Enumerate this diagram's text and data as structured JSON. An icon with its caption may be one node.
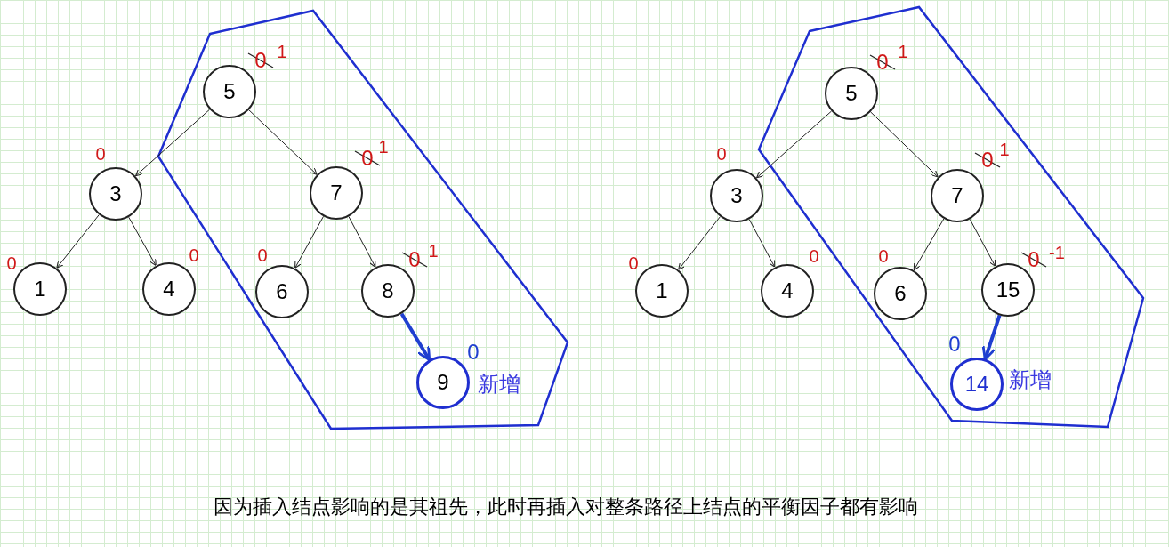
{
  "diagram": {
    "caption": "因为插入结点影响的是其祖先，此时再插入对整条路径上结点的平衡因子都有影响",
    "nodes": [
      {
        "text": [
          "5"
        ],
        "beside": [
          "0",
          "1"
        ]
      },
      {
        "text": [
          "3"
        ],
        "beside": [
          "0"
        ]
      },
      {
        "text": [
          "7"
        ],
        "beside": [
          "0",
          "1"
        ]
      },
      {
        "text": [
          "1"
        ],
        "beside": [
          "0"
        ]
      },
      {
        "text": [
          "4"
        ],
        "beside": [
          "0"
        ]
      },
      {
        "text": [
          "6"
        ],
        "beside": [
          "0"
        ]
      },
      {
        "text": [
          "8"
        ],
        "beside": [
          "0",
          "1"
        ]
      },
      {
        "text": [
          "9"
        ],
        "beside": [
          "0",
          "新增"
        ]
      },
      {
        "text": [
          "5"
        ],
        "beside": [
          "0",
          "1"
        ]
      },
      {
        "text": [
          "3"
        ],
        "beside": [
          "0"
        ]
      },
      {
        "text": [
          "7"
        ],
        "beside": [
          "0",
          "1"
        ]
      },
      {
        "text": [
          "1"
        ],
        "beside": [
          "0"
        ]
      },
      {
        "text": [
          "4"
        ],
        "beside": [
          "0"
        ]
      },
      {
        "text": [
          "6"
        ],
        "beside": [
          "0"
        ]
      },
      {
        "text": [
          "15"
        ],
        "beside": [
          "0",
          "-1"
        ]
      },
      {
        "text": [
          "14"
        ],
        "beside": [
          "0",
          "新增"
        ]
      }
    ],
    "edges": [
      {
        "from": 0,
        "to": 1,
        "arrow": "to"
      },
      {
        "from": 0,
        "to": 2,
        "arrow": "to"
      },
      {
        "from": 1,
        "to": 3,
        "arrow": "to"
      },
      {
        "from": 1,
        "to": 4,
        "arrow": "to"
      },
      {
        "from": 2,
        "to": 5,
        "arrow": "to"
      },
      {
        "from": 2,
        "to": 6,
        "arrow": "to"
      },
      {
        "from": 6,
        "to": 7,
        "arrow": "to",
        "style": "thick",
        "color": "#1f3fd0"
      },
      {
        "from": 8,
        "to": 9,
        "arrow": "to"
      },
      {
        "from": 8,
        "to": 10,
        "arrow": "to"
      },
      {
        "from": 9,
        "to": 11,
        "arrow": "to"
      },
      {
        "from": 9,
        "to": 12,
        "arrow": "to"
      },
      {
        "from": 10,
        "to": 13,
        "arrow": "to"
      },
      {
        "from": 10,
        "to": 14,
        "arrow": "to"
      },
      {
        "from": 14,
        "to": 15,
        "arrow": "to",
        "style": "thick",
        "color": "#1f3fd0"
      }
    ]
  }
}
